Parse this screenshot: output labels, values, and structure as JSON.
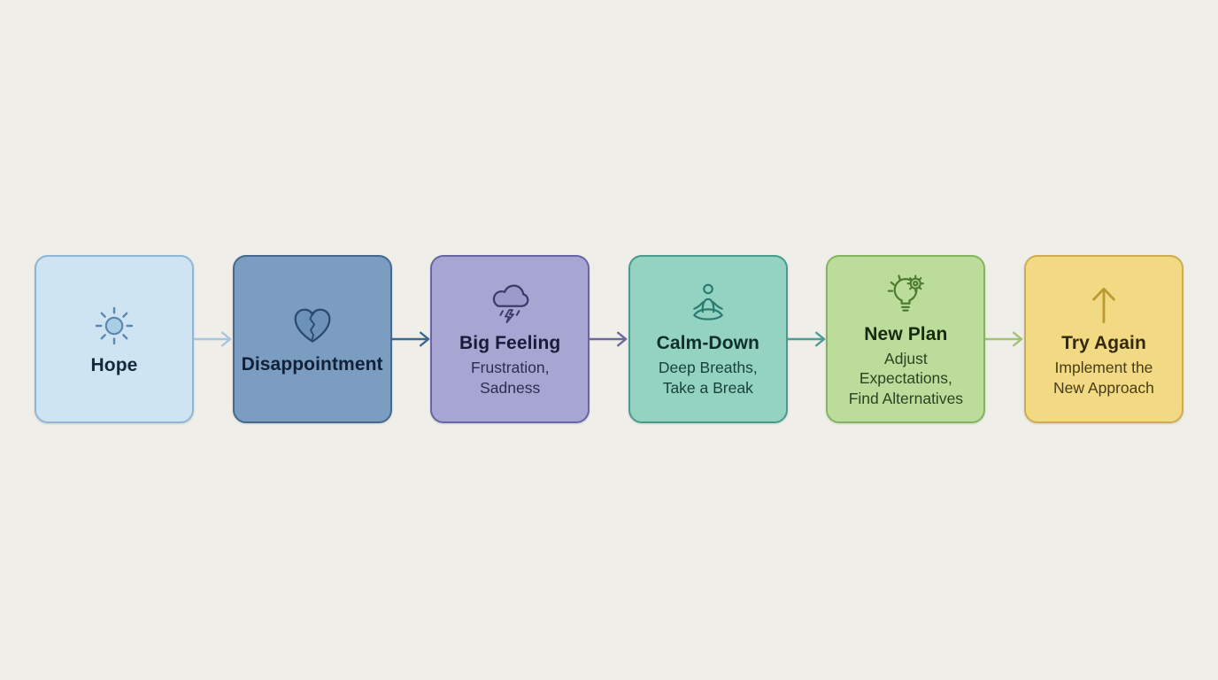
{
  "canvas": {
    "background": "#efeee9"
  },
  "flow": {
    "steps": [
      {
        "title": "Hope",
        "subtitle": "",
        "icon": "sun-icon",
        "colors": {
          "fill": "#cfe4f2",
          "border": "#8fb6d3",
          "title": "#16293b",
          "subtitle": "#16293b",
          "icon_stroke": "#5b88ad",
          "icon_fill": "#a9cee6"
        }
      },
      {
        "title": "Disappointment",
        "subtitle": "",
        "icon": "broken-heart-icon",
        "colors": {
          "fill": "#7b9dc1",
          "border": "#45688c",
          "title": "#112137",
          "subtitle": "#112137",
          "icon_stroke": "#2c4a70",
          "icon_fill": "#6d92ba"
        }
      },
      {
        "title": "Big Feeling",
        "subtitle": "Frustration,\nSadness",
        "icon": "storm-cloud-icon",
        "colors": {
          "fill": "#a7a6d2",
          "border": "#6765a3",
          "title": "#1a1a39",
          "subtitle": "#2c2c52",
          "icon_stroke": "#3c3c6c",
          "icon_fill": "#9b9aca"
        }
      },
      {
        "title": "Calm-Down",
        "subtitle": "Deep Breaths,\nTake a Break",
        "icon": "meditation-icon",
        "colors": {
          "fill": "#94d3c2",
          "border": "#4a9a8e",
          "title": "#0e2f2a",
          "subtitle": "#16423a",
          "icon_stroke": "#2b7b71",
          "icon_fill": "none"
        }
      },
      {
        "title": "New Plan",
        "subtitle": "Adjust\nExpectations,\nFind Alternatives",
        "icon": "lightbulb-gear-icon",
        "colors": {
          "fill": "#bcdc9c",
          "border": "#84b55e",
          "title": "#182a0e",
          "subtitle": "#2b431f",
          "icon_stroke": "#4d7c2e",
          "icon_fill": "none"
        }
      },
      {
        "title": "Try Again",
        "subtitle": "Implement the\nNew Approach",
        "icon": "arrow-up-icon",
        "colors": {
          "fill": "#f2da85",
          "border": "#cfac52",
          "title": "#33290b",
          "subtitle": "#4a3c12",
          "icon_stroke": "#bd9a31",
          "icon_fill": "none"
        }
      }
    ],
    "connectors": [
      {
        "color": "#a9c6de"
      },
      {
        "color": "#3e6a90"
      },
      {
        "color": "#6a6a9e"
      },
      {
        "color": "#4a9e96"
      },
      {
        "color": "#a2c276"
      }
    ]
  }
}
